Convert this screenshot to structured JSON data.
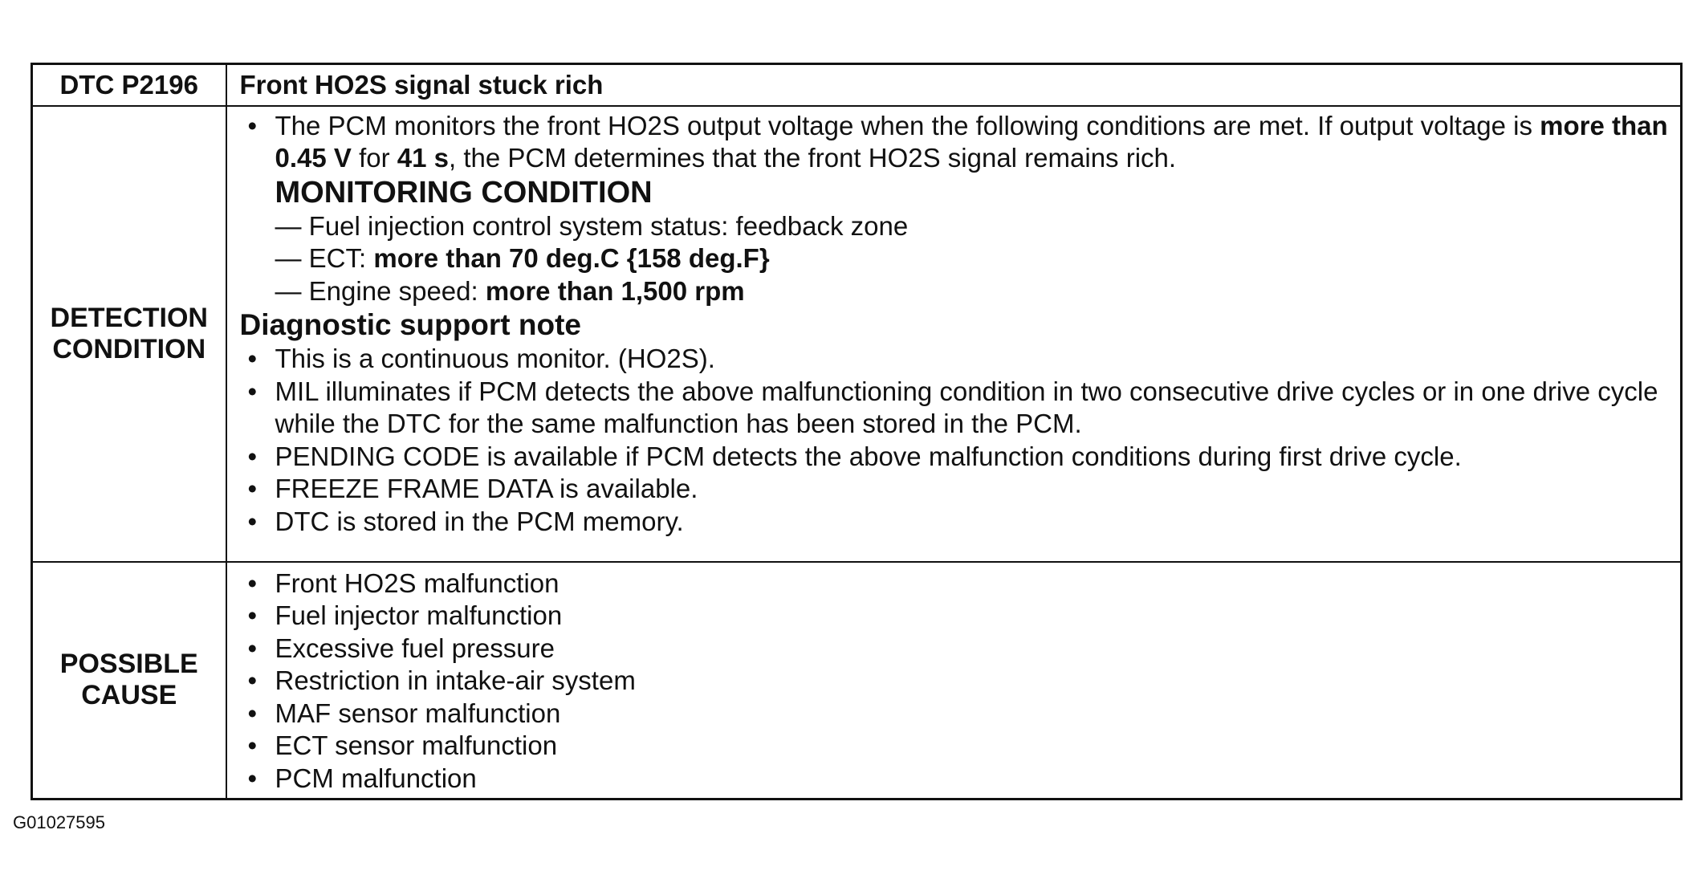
{
  "table": {
    "title_label": "DTC P2196",
    "title_text": "Front HO2S signal stuck rich",
    "detection": {
      "label_line1": "DETECTION",
      "label_line2": "CONDITION",
      "intro": {
        "t1": "The PCM monitors the front HO2S output voltage when the following conditions are met. If output voltage is ",
        "b1": "more than 0.45 V",
        "t2": " for ",
        "b2": "41 s",
        "t3": ", the PCM determines that the front HO2S signal remains rich."
      },
      "monitoring_heading": "MONITORING CONDITION",
      "conditions": [
        {
          "text": "— Fuel injection control system status: feedback zone",
          "bold": ""
        },
        {
          "text": "— ECT: ",
          "bold": "more than 70 deg.C {158 deg.F}"
        },
        {
          "text": "— Engine speed: ",
          "bold": "more than 1,500 rpm"
        }
      ],
      "diag_heading": "Diagnostic support note",
      "notes": [
        "This is a continuous monitor. (HO2S).",
        "MIL illuminates if PCM detects the above malfunctioning condition in two consecutive drive cycles or in one drive cycle while the DTC for the same malfunction has been stored in the PCM.",
        "PENDING CODE is available if PCM detects the above malfunction conditions during first drive cycle.",
        "FREEZE FRAME DATA is available.",
        "DTC is stored in the PCM memory."
      ]
    },
    "cause": {
      "label_line1": "POSSIBLE",
      "label_line2": "CAUSE",
      "items": [
        "Front HO2S malfunction",
        "Fuel injector malfunction",
        "Excessive fuel pressure",
        "Restriction in intake-air system",
        "MAF sensor malfunction",
        "ECT sensor malfunction",
        "PCM malfunction"
      ]
    }
  },
  "footer": {
    "code": "G01027595"
  }
}
